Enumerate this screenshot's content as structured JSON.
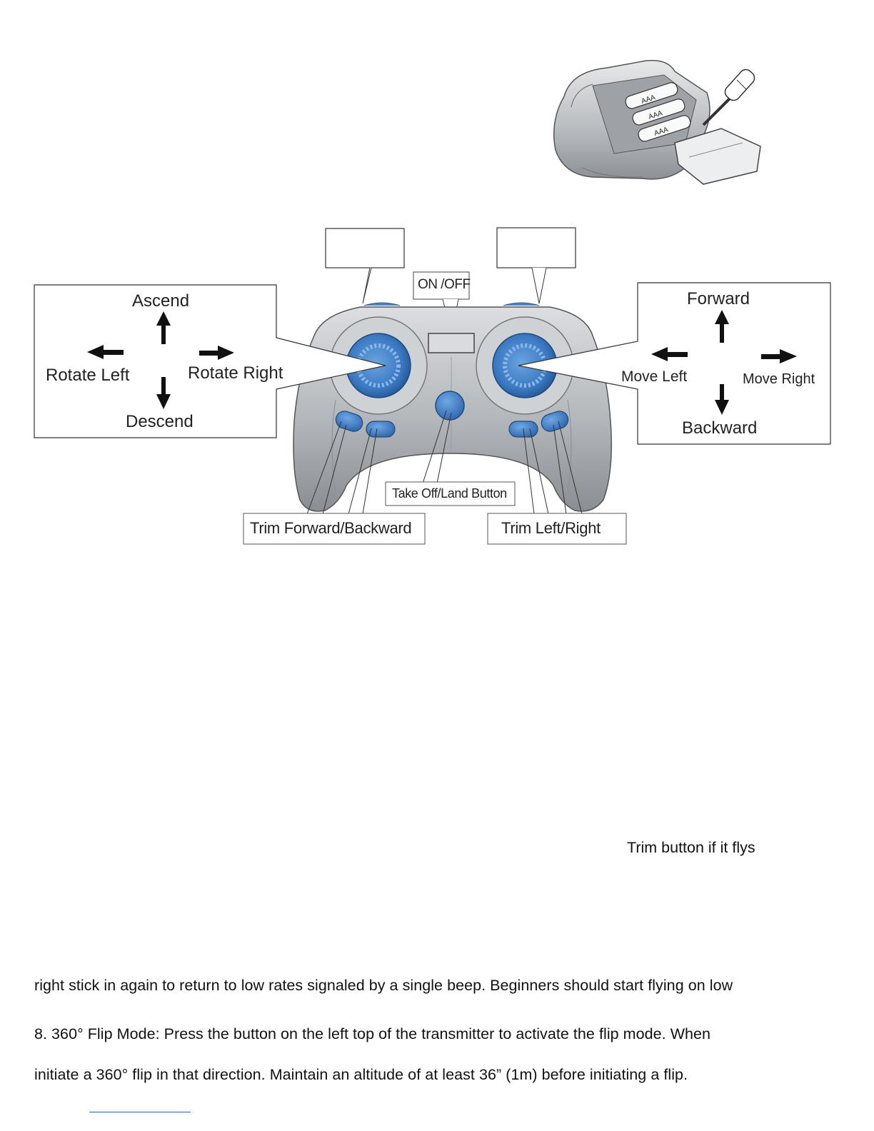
{
  "battery_figure": {
    "battery_labels": [
      "AAA",
      "AAA",
      "AAA"
    ]
  },
  "controller_diagram": {
    "on_off_label": "ON /OFF",
    "left_stick_box": {
      "up": "Ascend",
      "down": "Descend",
      "left": "Rotate Left",
      "right": "Rotate Right"
    },
    "right_stick_box": {
      "up": "Forward",
      "down": "Backward",
      "left": "Move Left",
      "right": "Move Right"
    },
    "takeoff_land_label": "Take Off/Land Button",
    "trim_fb_label": "Trim Forward/Backward",
    "trim_lr_label": "Trim Left/Right"
  },
  "text": {
    "fragment_trim": "Trim button if it flys",
    "line_rates": "right stick in again to return to low rates signaled by a single beep. Beginners should start flying on low",
    "line_flip_1": "8. 360° Flip Mode: Press the button on the left top of the transmitter to activate the flip mode. When",
    "line_flip_2": "initiate a 360° flip in that direction. Maintain an altitude of at least 36” (1m) before initiating a flip."
  },
  "colors": {
    "stick_blue": "#3d7fc8",
    "controller_gray": "#b9bcc0",
    "link_blue": "#2d5bd4"
  }
}
